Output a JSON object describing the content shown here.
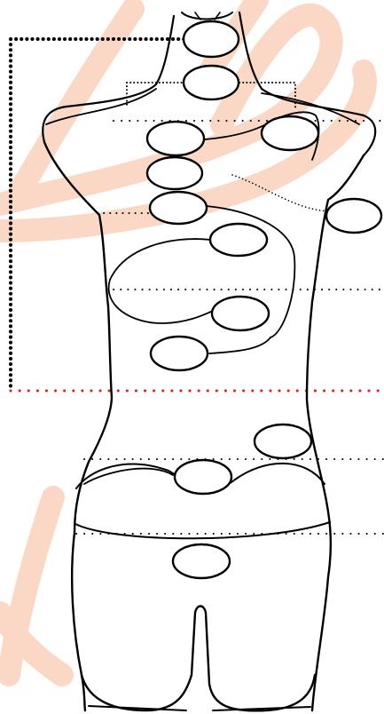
{
  "figure": {
    "subject": "dress-form",
    "colors": {
      "watermark": "#fbd3bf",
      "outline": "#000000",
      "measure_line_red": "#e11d1d",
      "label_fill": "#ffffff"
    },
    "measurement_points": [
      {
        "id": "neck",
        "label": ""
      },
      {
        "id": "neck-base",
        "label": ""
      },
      {
        "id": "shoulder",
        "label": ""
      },
      {
        "id": "chest-upper",
        "label": ""
      },
      {
        "id": "chest",
        "label": ""
      },
      {
        "id": "bust",
        "label": ""
      },
      {
        "id": "arm",
        "label": ""
      },
      {
        "id": "underbust-upper",
        "label": ""
      },
      {
        "id": "underbust-lower",
        "label": ""
      },
      {
        "id": "waist",
        "label": ""
      },
      {
        "id": "hip-side",
        "label": ""
      },
      {
        "id": "hip",
        "label": ""
      },
      {
        "id": "thigh",
        "label": ""
      }
    ]
  }
}
